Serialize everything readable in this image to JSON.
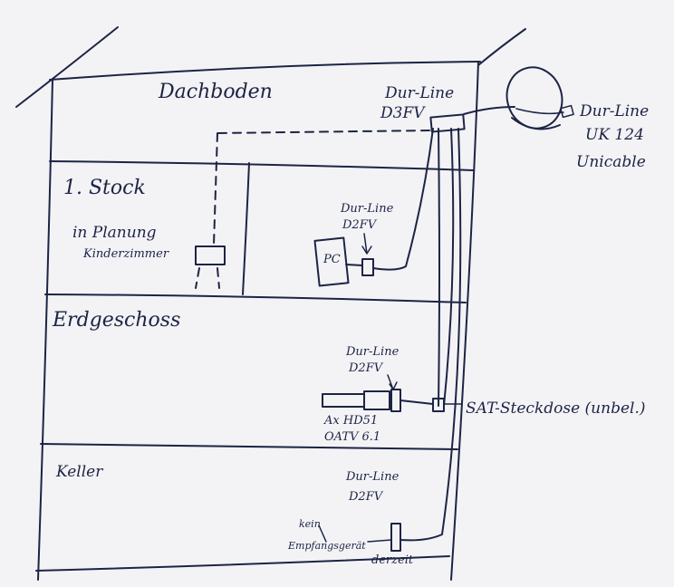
{
  "floors": {
    "attic": "Dachboden",
    "first": "1. Stock",
    "ground": "Erdgeschoss",
    "basement": "Keller"
  },
  "attic": {
    "multiswitch_label_line1": "Dur-Line",
    "multiswitch_label_line2": "D3FV",
    "lnb_label_line1": "Dur-Line",
    "lnb_label_line2": "UK 124",
    "lnb_label_line3": "Unicable"
  },
  "first_floor": {
    "planned_line1": "in Planung",
    "planned_line2": "Kinderzimmer",
    "pc_label": "PC",
    "receiver_label_line1": "Dur-Line",
    "receiver_label_line2": "D2FV"
  },
  "ground_floor": {
    "receiver_label_line1": "Dur-Line",
    "receiver_label_line2": "D2FV",
    "device_line1": "Ax HD51",
    "device_line2": "OATV 6.1",
    "socket_label": "SAT-Steckdose (unbel.)"
  },
  "basement": {
    "receiver_label_line1": "Dur-Line",
    "receiver_label_line2": "D2FV",
    "note_line1": "kein",
    "note_line2": "Empfangsgerät",
    "note_line3": "derzeit"
  }
}
